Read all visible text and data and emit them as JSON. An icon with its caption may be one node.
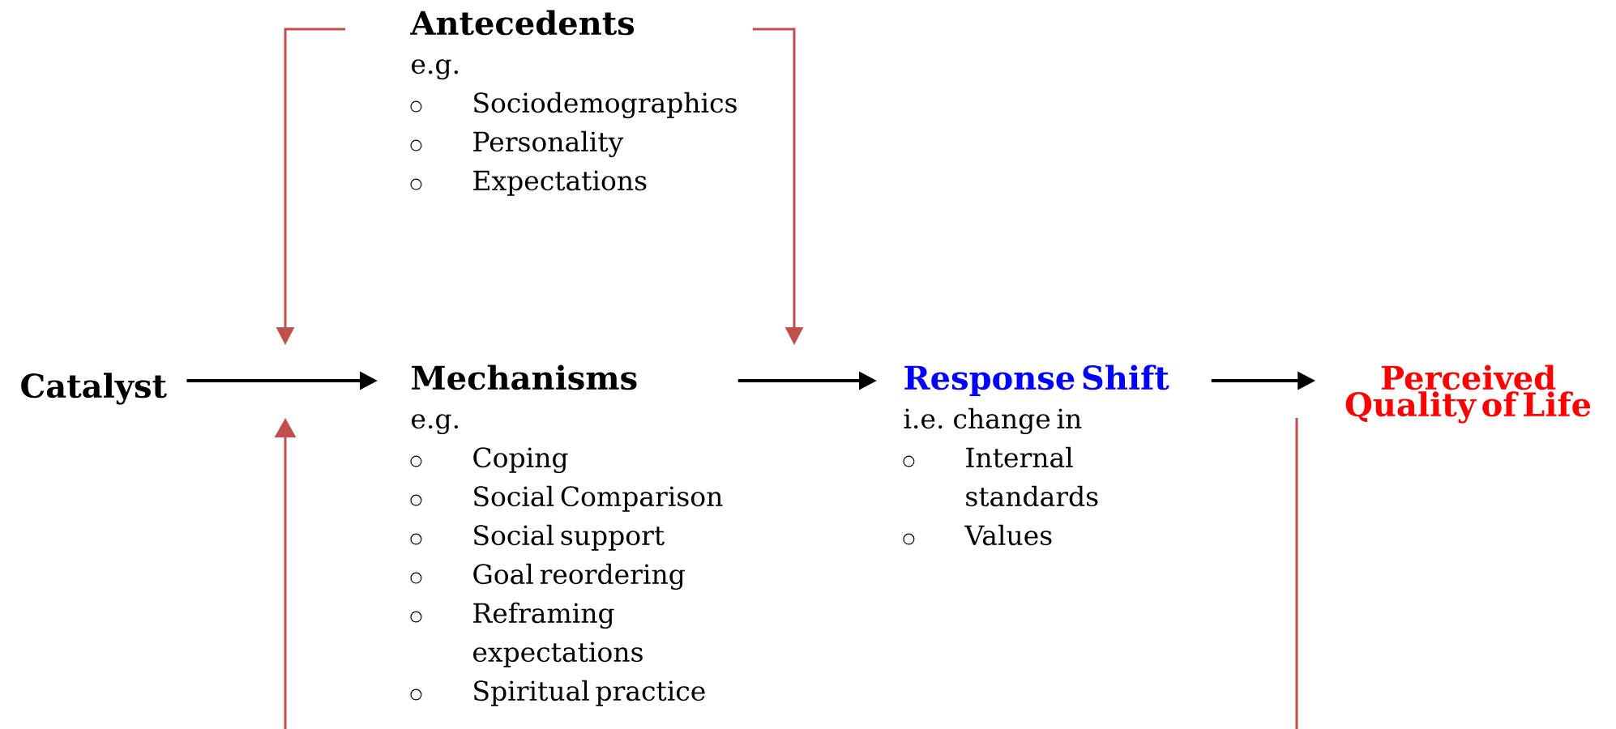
{
  "diagram": {
    "nodes": [
      {
        "text": [
          "Catalyst"
        ]
      },
      {
        "text": [
          "Antecedents",
          "e.g.",
          "Sociodemographics",
          "Personality",
          "Expectations"
        ]
      },
      {
        "text": [
          "Mechanisms",
          "e.g.",
          "Coping",
          "Social Comparison",
          "Social support",
          "Goal reordering",
          "Reframing expectations",
          "Spiritual practice"
        ]
      },
      {
        "text": [
          "Response Shift",
          "i.e. change in",
          "Internal standards",
          "Values"
        ]
      },
      {
        "text": [
          "Perceived Quality of Life"
        ]
      }
    ],
    "edges": [
      {
        "from": 0,
        "to": 2,
        "arrow": "to"
      },
      {
        "from": 2,
        "to": 3,
        "arrow": "to"
      },
      {
        "from": 3,
        "to": 4,
        "arrow": "to"
      },
      {
        "from": 1,
        "to": null,
        "arrow": "to",
        "color": "#c0504d"
      },
      {
        "from": 1,
        "to": null,
        "arrow": "to",
        "color": "#c0504d"
      }
    ]
  }
}
